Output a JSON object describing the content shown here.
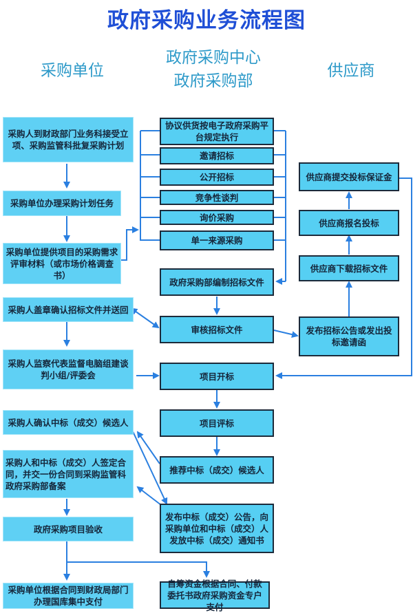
{
  "title": "政府采购业务流程图",
  "lanes": {
    "purchaser": "采购单位",
    "center_line1": "政府采购中心",
    "center_line2": "政府采购部",
    "supplier": "供应商"
  },
  "purchaser_steps": [
    "采购人到财政部门业务科接受立项、采购监管科批复采购计划",
    "采购单位办理采购计划任务",
    "采购单位提供项目的采购需求评审材料（或市场价格调查书）",
    "采购人盖章确认招标文件并送回",
    "采购人监察代表监督电脑组建谈判小组/评委会",
    "采购人确认中标（成交）候选人",
    "采购人和中标（成交）人签定合同，并交一份合同到采购监管科政府采购部备案",
    "政府采购项目验收",
    "采购单位根据合同到财政局部门办理国库集中支付"
  ],
  "procurement_methods": [
    "协议供货按电子政府采购平台规定执行",
    "邀请招标",
    "公开招标",
    "竞争性谈判",
    "询价采购",
    "单一来源采购"
  ],
  "center_steps": [
    "政府采购部编制招标文件",
    "审核招标文件",
    "项目开标",
    "项目评标",
    "推荐中标（成交）候选人",
    "发布中标（成交）公告，向采购单位和中标（成交）人发放中标（成交）通知书",
    "自筹资金根据合同、付款委托书政府采购资金专户支付"
  ],
  "supplier_steps": [
    "供应商提交投标保证金",
    "供应商报名投标",
    "供应商下载招标文件",
    "发布招标公告或发出投标邀请函"
  ],
  "colors": {
    "title": "#1f4fd6",
    "lane_label": "#2e9ac9",
    "box_fill": "#56cff3",
    "box_border": "#1c2a3a",
    "arrow": "#2a7fe0"
  }
}
